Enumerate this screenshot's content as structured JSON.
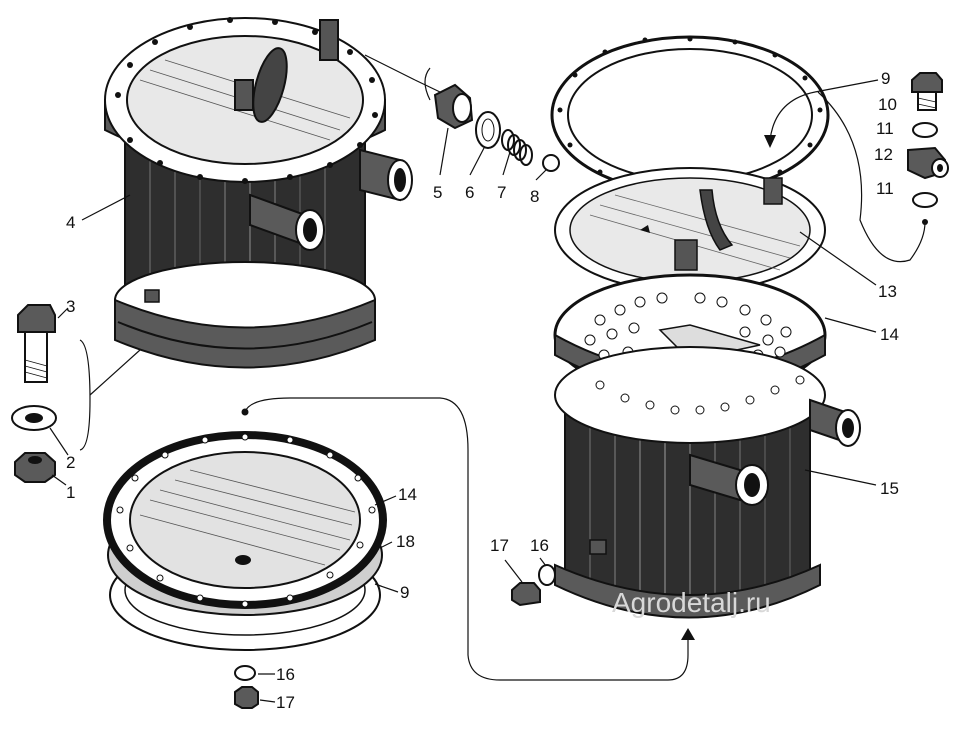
{
  "callouts": {
    "c1": "1",
    "c2": "2",
    "c3": "3",
    "c4": "4",
    "c5": "5",
    "c6": "6",
    "c7": "7",
    "c8": "8",
    "c9a": "9",
    "c9b": "9",
    "c10": "10",
    "c11a": "11",
    "c11b": "11",
    "c12": "12",
    "c13": "13",
    "c14a": "14",
    "c14b": "14",
    "c15": "15",
    "c16a": "16",
    "c16b": "16",
    "c17a": "17",
    "c17b": "17",
    "c18": "18"
  },
  "watermark": "Agrodetalj.ru"
}
